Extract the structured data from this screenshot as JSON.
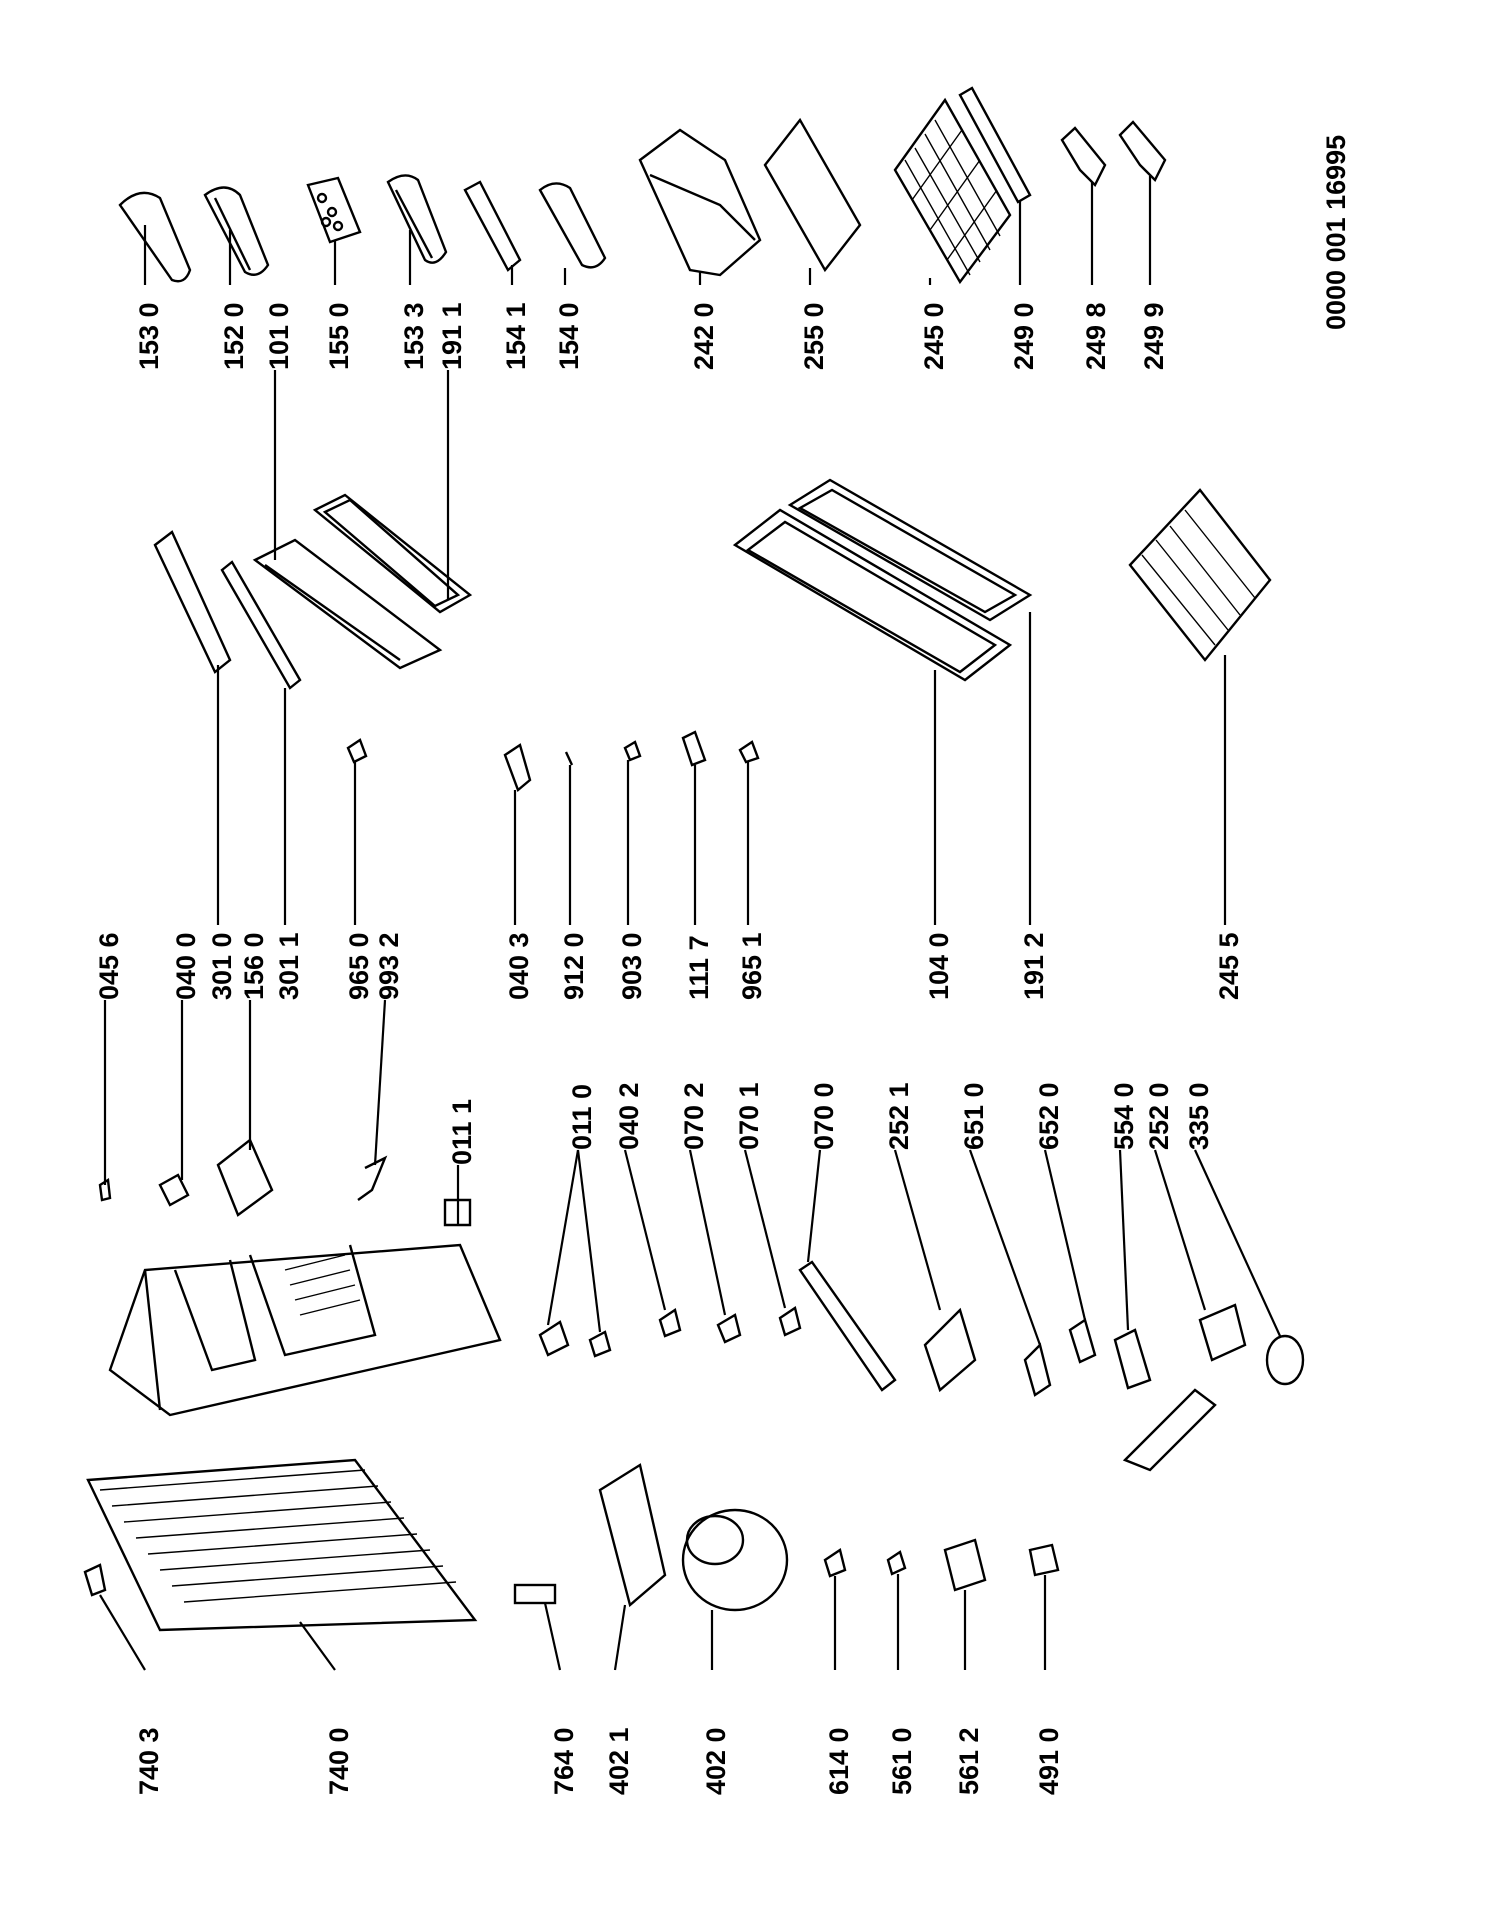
{
  "document_ref": "0000 001 16995",
  "parts": [
    {
      "code": "153 0"
    },
    {
      "code": "152 0"
    },
    {
      "code": "101 0"
    },
    {
      "code": "155 0"
    },
    {
      "code": "153 3"
    },
    {
      "code": "191 1"
    },
    {
      "code": "154 1"
    },
    {
      "code": "154 0"
    },
    {
      "code": "242 0"
    },
    {
      "code": "255 0"
    },
    {
      "code": "245 0"
    },
    {
      "code": "249 0"
    },
    {
      "code": "249 8"
    },
    {
      "code": "249 9"
    },
    {
      "code": "045 6"
    },
    {
      "code": "040 0"
    },
    {
      "code": "301 0"
    },
    {
      "code": "156 0"
    },
    {
      "code": "301 1"
    },
    {
      "code": "965 0"
    },
    {
      "code": "993 2"
    },
    {
      "code": "040 3"
    },
    {
      "code": "912 0"
    },
    {
      "code": "903 0"
    },
    {
      "code": "111 7"
    },
    {
      "code": "965 1"
    },
    {
      "code": "104 0"
    },
    {
      "code": "191 2"
    },
    {
      "code": "245 5"
    },
    {
      "code": "011 1"
    },
    {
      "code": "011 0"
    },
    {
      "code": "040 2"
    },
    {
      "code": "070 2"
    },
    {
      "code": "070 1"
    },
    {
      "code": "070 0"
    },
    {
      "code": "252 1"
    },
    {
      "code": "651 0"
    },
    {
      "code": "652 0"
    },
    {
      "code": "554 0"
    },
    {
      "code": "252 0"
    },
    {
      "code": "335 0"
    },
    {
      "code": "740 3"
    },
    {
      "code": "740 0"
    },
    {
      "code": "764 0"
    },
    {
      "code": "402 1"
    },
    {
      "code": "402 0"
    },
    {
      "code": "614 0"
    },
    {
      "code": "561 0"
    },
    {
      "code": "561 2"
    },
    {
      "code": "491 0"
    }
  ]
}
